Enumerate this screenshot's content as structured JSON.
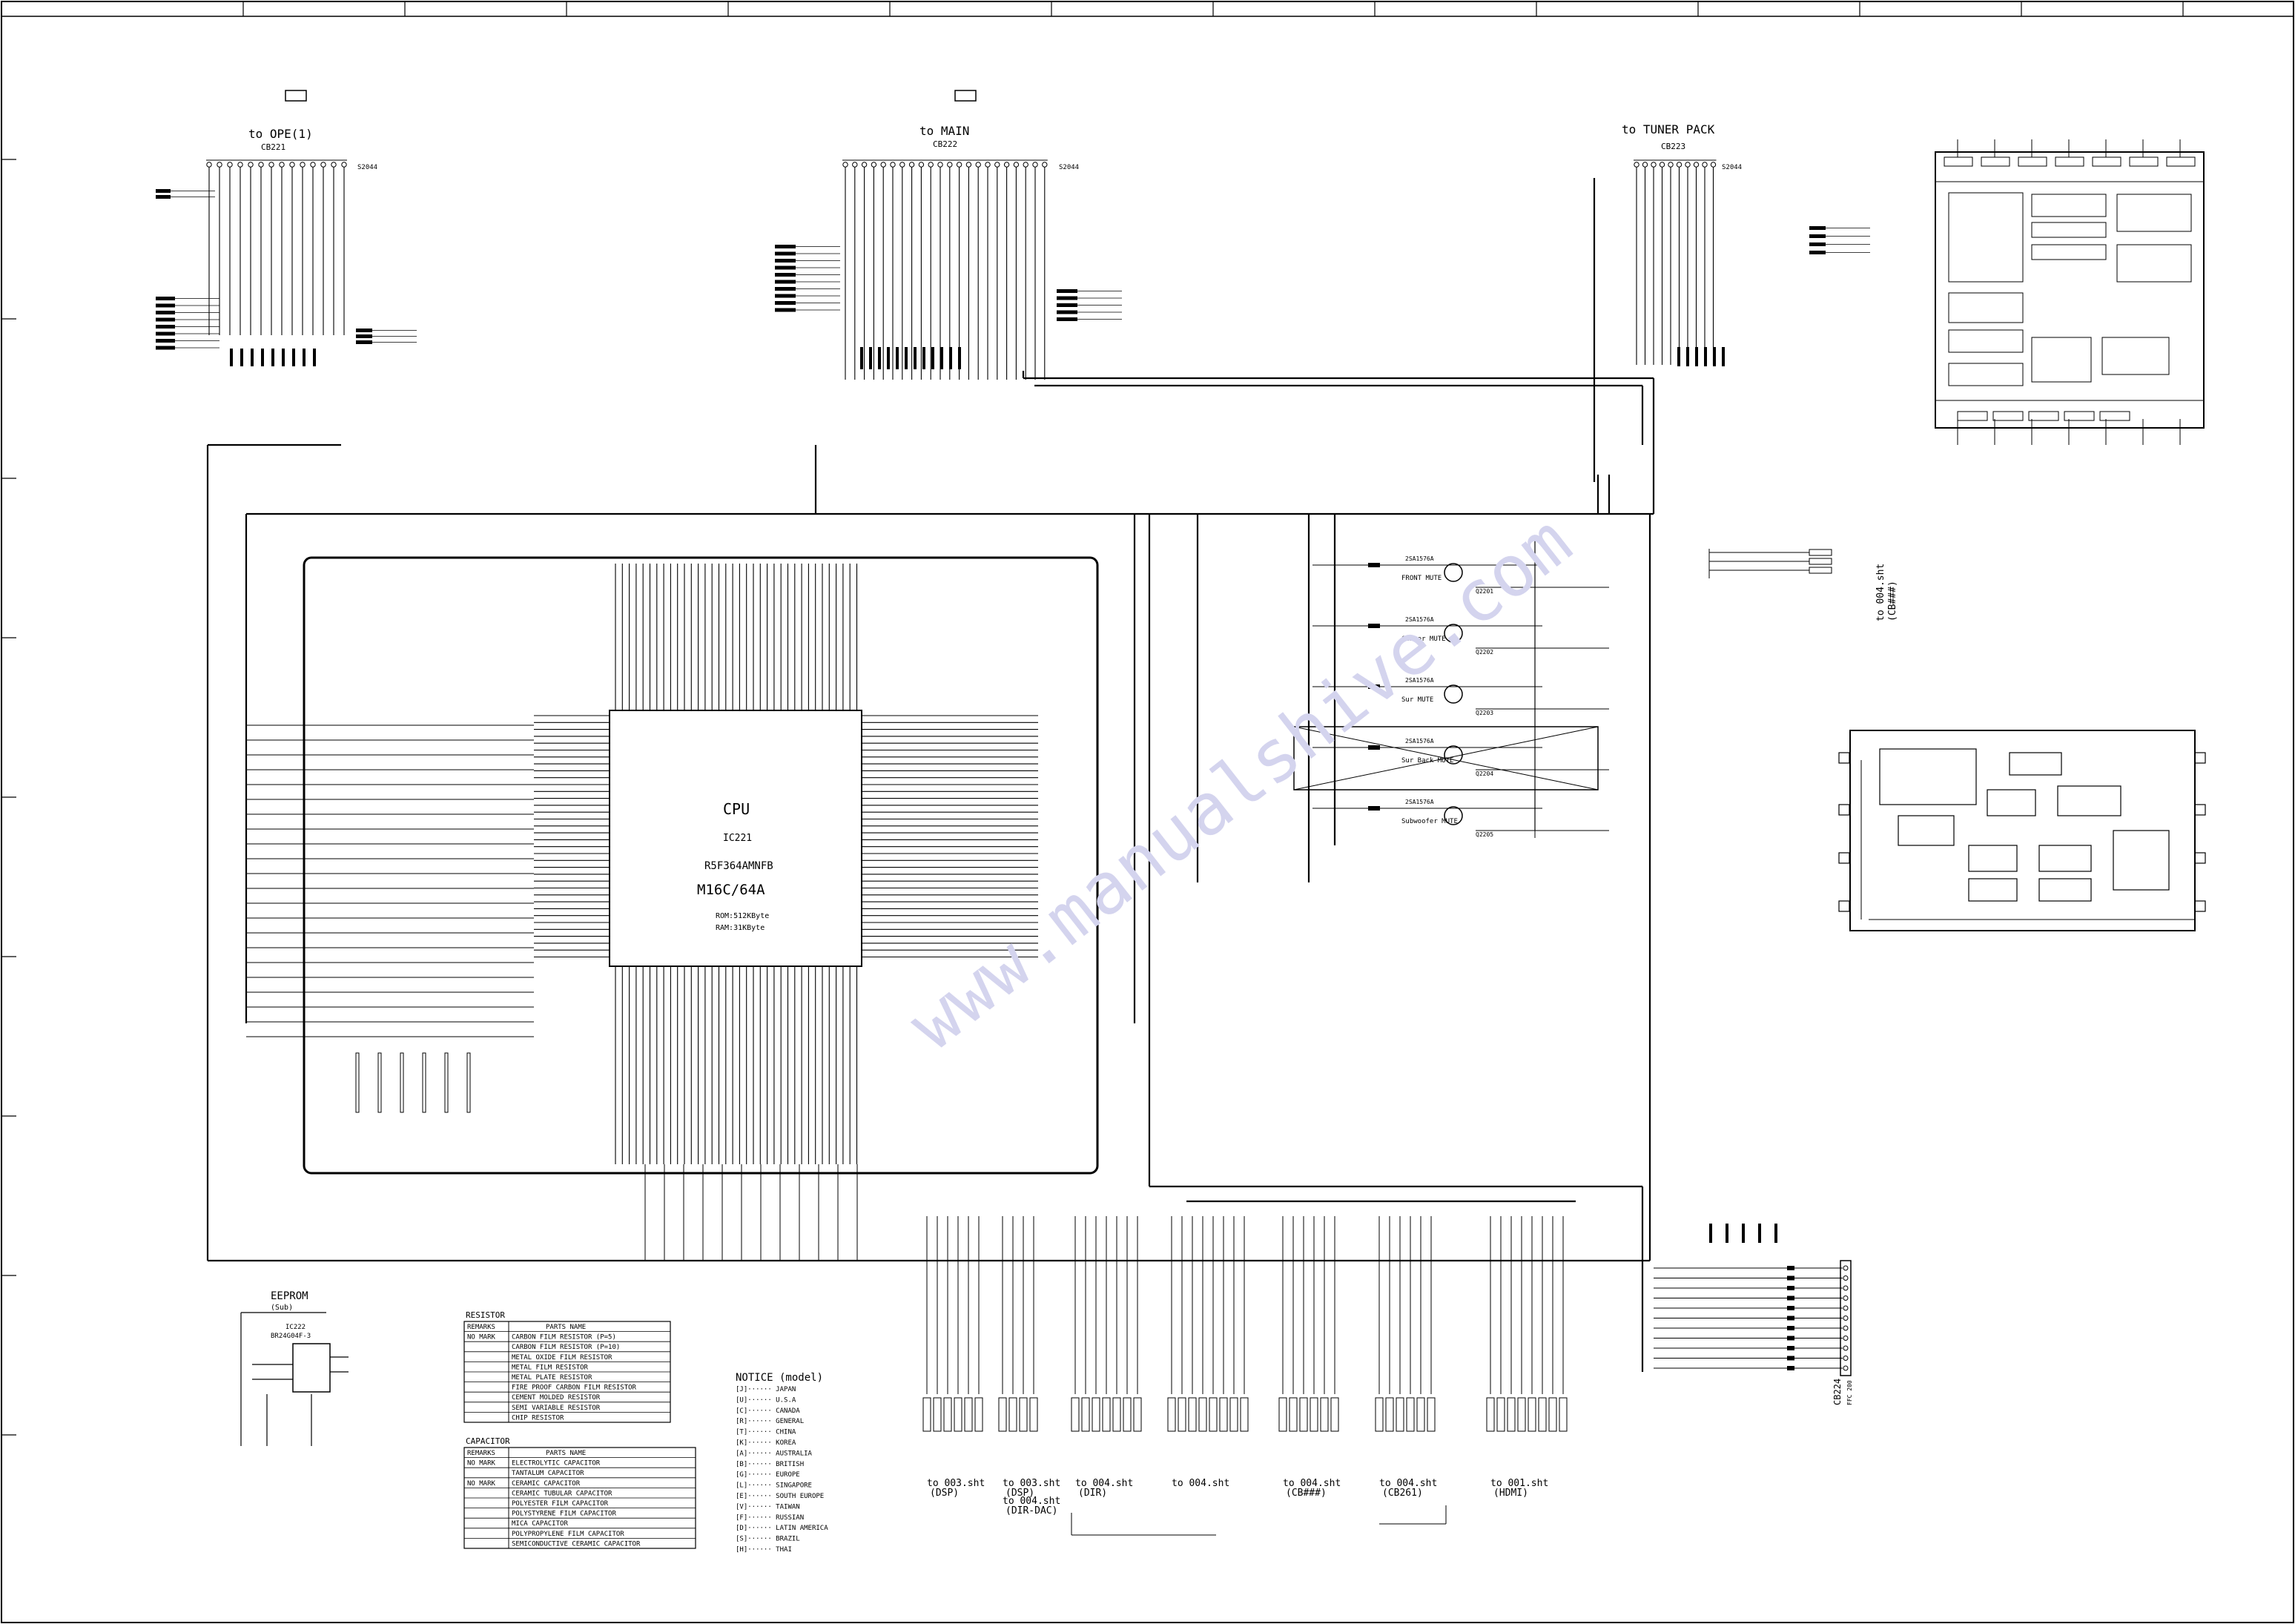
{
  "connectors": {
    "ope": {
      "title": "to OPE(1)",
      "ref": "CB221",
      "code": "S2044"
    },
    "main": {
      "title": "to MAIN",
      "ref": "CB222",
      "code": "S2044"
    },
    "tuner": {
      "title": "to TUNER PACK",
      "ref": "CB223",
      "code": "S2044"
    },
    "cb224": {
      "ref": "CB224",
      "code": "FFC 200"
    }
  },
  "cpu": {
    "title": "CPU",
    "ref": "IC221",
    "part": "R5F364AMNFB",
    "family": "M16C/64A",
    "rom": "ROM:512KByte",
    "ram": "RAM:31KByte"
  },
  "eeprom": {
    "title": "EEPROM",
    "note": "(Sub)",
    "ref": "IC222",
    "part": "BR24G04F-3"
  },
  "channels": [
    {
      "label": "FRONT MUTE",
      "ref": "Q2201"
    },
    {
      "label": "Center MUTE",
      "ref": "Q2202"
    },
    {
      "label": "Sur MUTE",
      "ref": "Q2203"
    },
    {
      "label": "Sur Back MUTE",
      "ref": "Q2204"
    },
    {
      "label": "Subwoofer MUTE",
      "ref": "Q2205"
    }
  ],
  "transistor": "2SA1576A",
  "side_note": {
    "text": "to 004.sht",
    "sub": "(CB###)"
  },
  "bottom_links": [
    {
      "line1": "to 003.sht",
      "line2": "(DSP)",
      "line3": ""
    },
    {
      "line1": "to 003.sht",
      "line2": "(DSP)",
      "line3": ""
    },
    {
      "line1": "to 004.sht",
      "line2": "(DIR-DAC)",
      "line3": ""
    },
    {
      "line1": "to 004.sht",
      "line2": "(DIR)",
      "line3": ""
    },
    {
      "line1": "to 004.sht",
      "line2": "",
      "line3": ""
    },
    {
      "line1": "to 004.sht",
      "line2": "(CB###)",
      "line3": ""
    },
    {
      "line1": "to 004.sht",
      "line2": "(CB261)",
      "line3": ""
    },
    {
      "line1": "to 001.sht",
      "line2": "(HDMI)",
      "line3": ""
    }
  ],
  "resistor_legend": {
    "title": "RESISTOR",
    "headers": [
      "REMARKS",
      "PARTS NAME"
    ],
    "rows": [
      [
        "NO MARK",
        "CARBON FILM RESISTOR (P=5)"
      ],
      [
        "",
        "CARBON FILM RESISTOR (P=10)"
      ],
      [
        "",
        "METAL OXIDE FILM RESISTOR"
      ],
      [
        "",
        "METAL FILM RESISTOR"
      ],
      [
        "",
        "METAL PLATE RESISTOR"
      ],
      [
        "",
        "FIRE PROOF CARBON FILM RESISTOR"
      ],
      [
        "",
        "CEMENT MOLDED RESISTOR"
      ],
      [
        "",
        "SEMI VARIABLE RESISTOR"
      ],
      [
        "",
        "CHIP RESISTOR"
      ]
    ]
  },
  "capacitor_legend": {
    "title": "CAPACITOR",
    "headers": [
      "REMARKS",
      "PARTS NAME"
    ],
    "rows": [
      [
        "NO MARK",
        "ELECTROLYTIC CAPACITOR"
      ],
      [
        "",
        "TANTALUM CAPACITOR"
      ],
      [
        "NO MARK",
        "CERAMIC CAPACITOR"
      ],
      [
        "",
        "CERAMIC TUBULAR CAPACITOR"
      ],
      [
        "",
        "POLYESTER FILM CAPACITOR"
      ],
      [
        "",
        "POLYSTYRENE FILM CAPACITOR"
      ],
      [
        "",
        "MICA CAPACITOR"
      ],
      [
        "",
        "POLYPROPYLENE FILM CAPACITOR"
      ],
      [
        "",
        "SEMICONDUCTIVE CERAMIC CAPACITOR"
      ]
    ]
  },
  "notice": {
    "title": "NOTICE (model)",
    "items": [
      "[J]······ JAPAN",
      "[U]······ U.S.A",
      "[C]······ CANADA",
      "[R]······ GENERAL",
      "[T]······ CHINA",
      "[K]······ KOREA",
      "[A]······ AUSTRALIA",
      "[B]······ BRITISH",
      "[G]······ EUROPE",
      "[L]······ SINGAPORE",
      "[E]······ SOUTH EUROPE",
      "[V]······ TAIWAN",
      "[F]······ RUSSIAN",
      "[D]······ LATIN AMERICA",
      "[S]······ BRAZIL",
      "[H]······ THAI"
    ]
  },
  "watermark": "www.manualshive.com"
}
